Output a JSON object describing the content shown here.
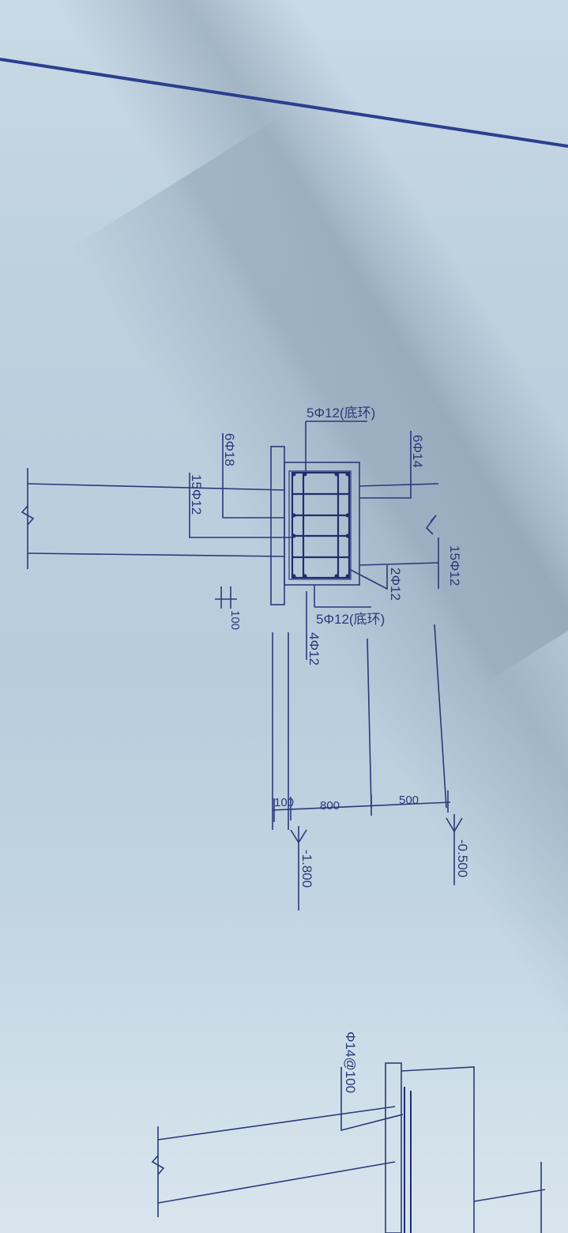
{
  "drawing": {
    "colors": {
      "paper": "#bcd0de",
      "ink": "#2a3a7a",
      "border_line": "#2b3f8f",
      "rebar": "#1f2d6e"
    },
    "labels": {
      "top_ring": "5Φ12(底环)",
      "upper_right_bars": "6Φ14",
      "left_bars": "6Φ18",
      "left_lower_bars": "15Φ12",
      "right_lower_bars": "15Φ12",
      "inner_bars": "2Φ12",
      "bottom_ring": "5Φ12(底环)",
      "side_bars": "4Φ12",
      "dim_100_top": "100",
      "dim_100_bottom": "100",
      "dim_800": "800",
      "dim_500": "500",
      "level_upper": "-0.500",
      "level_lower": "-1.800",
      "second_detail_bars": "Φ14@100"
    }
  }
}
